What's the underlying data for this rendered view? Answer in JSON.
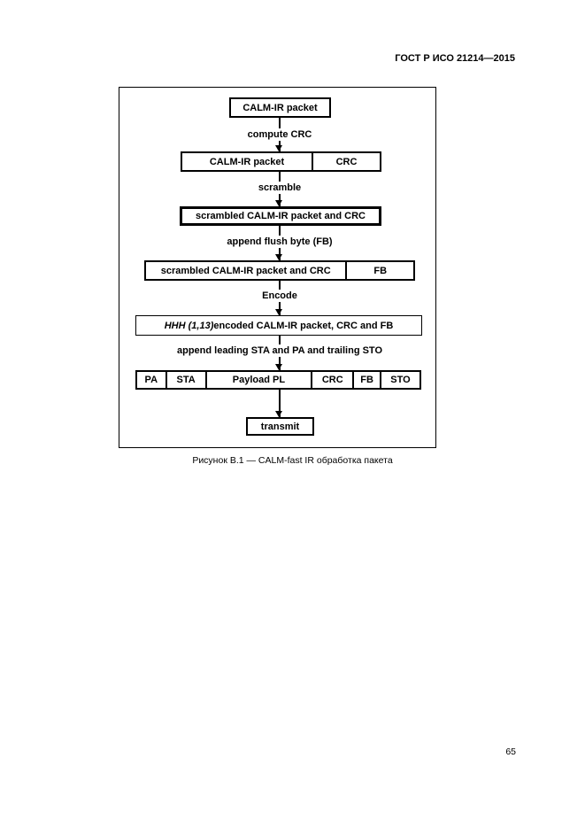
{
  "page": {
    "header": "ГОСТ Р ИСО 21214—2015",
    "caption": "Рисунок В.1 — CALM-fast IR обработка пакета",
    "page_number": "65"
  },
  "diagram": {
    "step1": {
      "label": "CALM-IR packet"
    },
    "connector1": "compute CRC",
    "step2": {
      "cells": [
        "CALM-IR packet",
        "CRC"
      ]
    },
    "connector2": "scramble",
    "step3": {
      "label": "scrambled CALM-IR packet and CRC"
    },
    "connector3": "append flush byte (FB)",
    "step4": {
      "cells": [
        "scrambled CALM-IR packet and CRC",
        "FB"
      ]
    },
    "connector4": "Encode",
    "step5": {
      "label_italic": "HHH (1,13)",
      "label_rest": " encoded CALM-IR packet, CRC and FB"
    },
    "connector5": "append leading STA and PA and trailing STO",
    "step6": {
      "cells": [
        "PA",
        "STA",
        "Payload PL",
        "CRC",
        "FB",
        "STO"
      ]
    },
    "step7": {
      "label": "transmit"
    }
  }
}
